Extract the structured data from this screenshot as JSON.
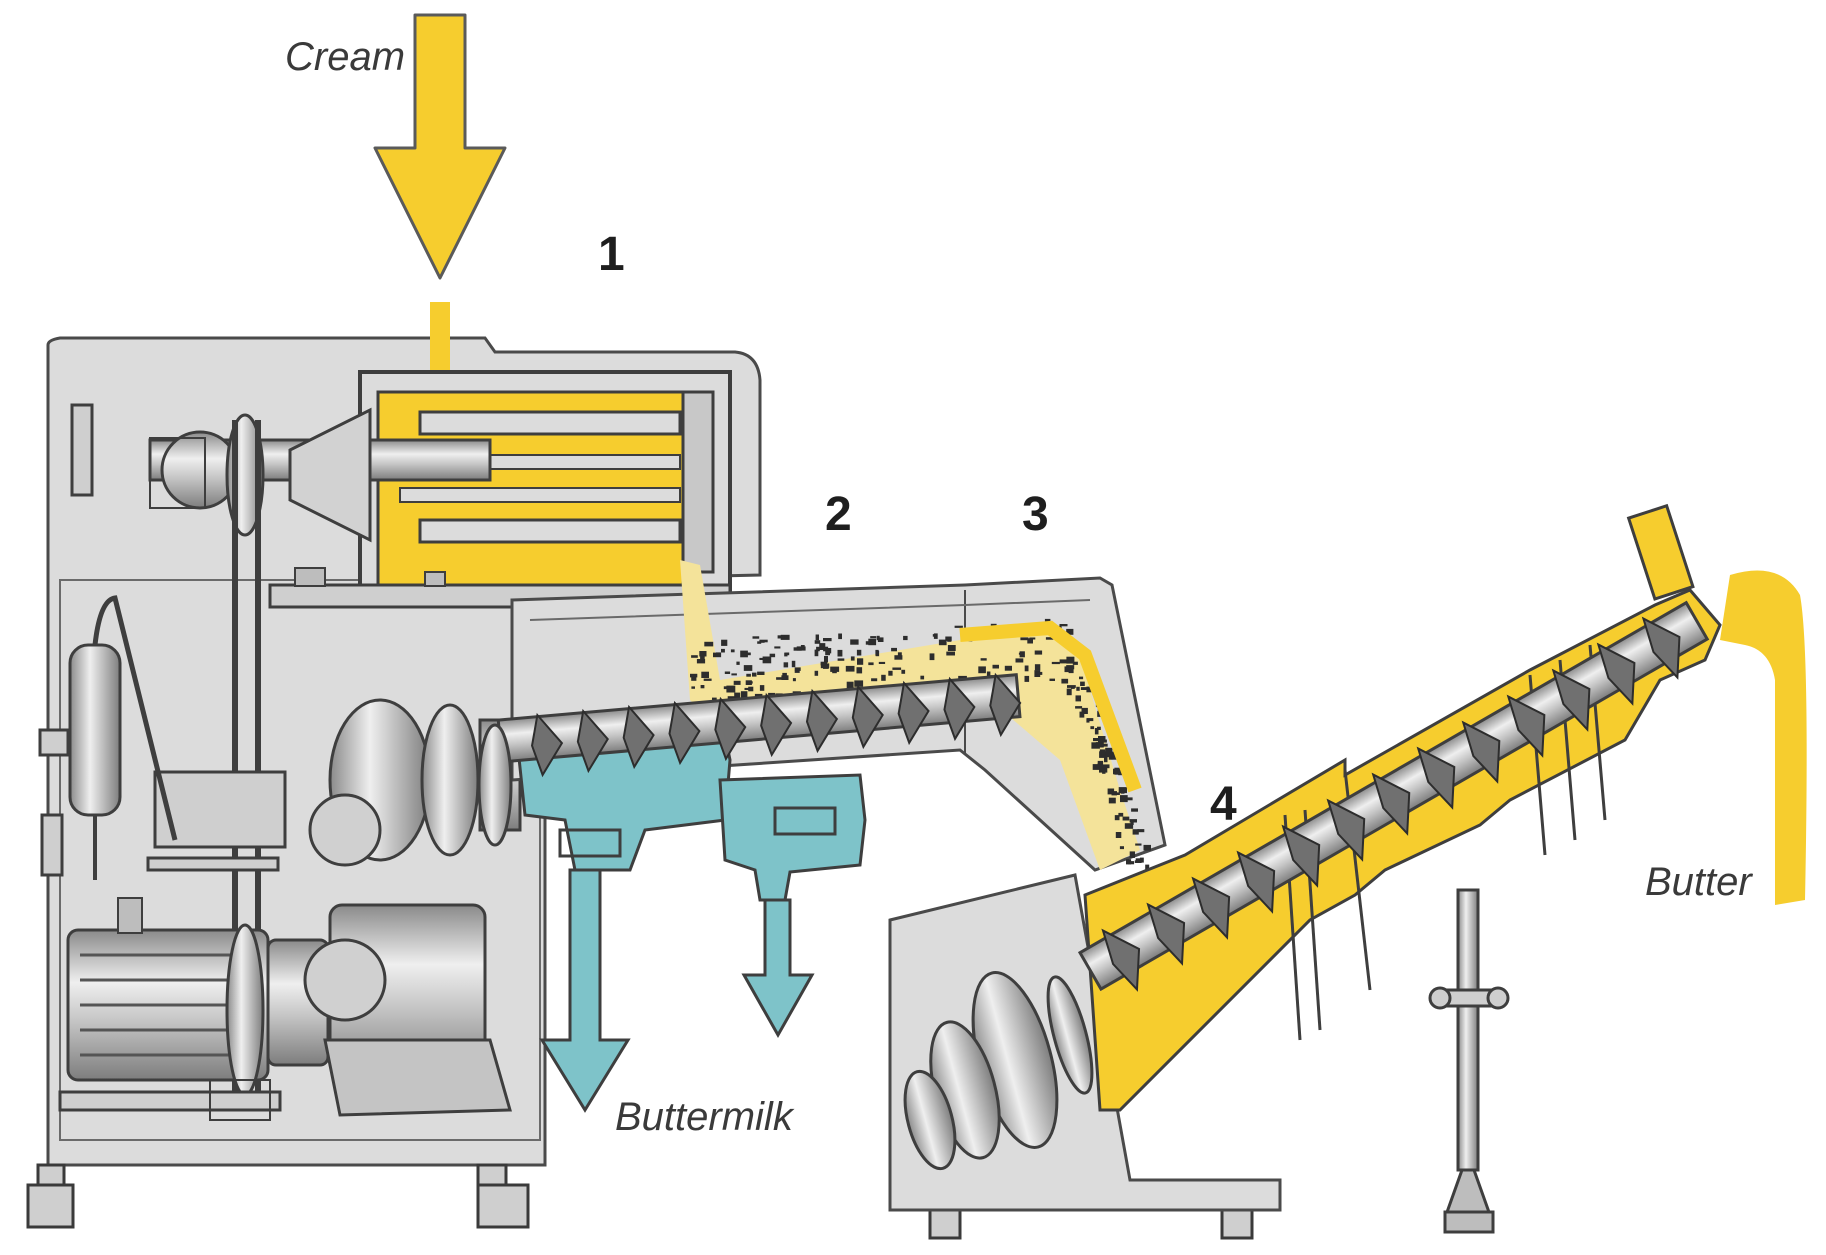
{
  "labels": {
    "cream": "Cream",
    "buttermilk": "Buttermilk",
    "butter": "Butter"
  },
  "sections": {
    "s1": "1",
    "s2": "2",
    "s3": "3",
    "s4": "4"
  },
  "colors": {
    "cream": "#f6cd2e",
    "buttermilk": "#7ec3c9",
    "housing": "#dcdcdc",
    "outline": "#4a4a4a",
    "metal": "#b9b9b9"
  }
}
